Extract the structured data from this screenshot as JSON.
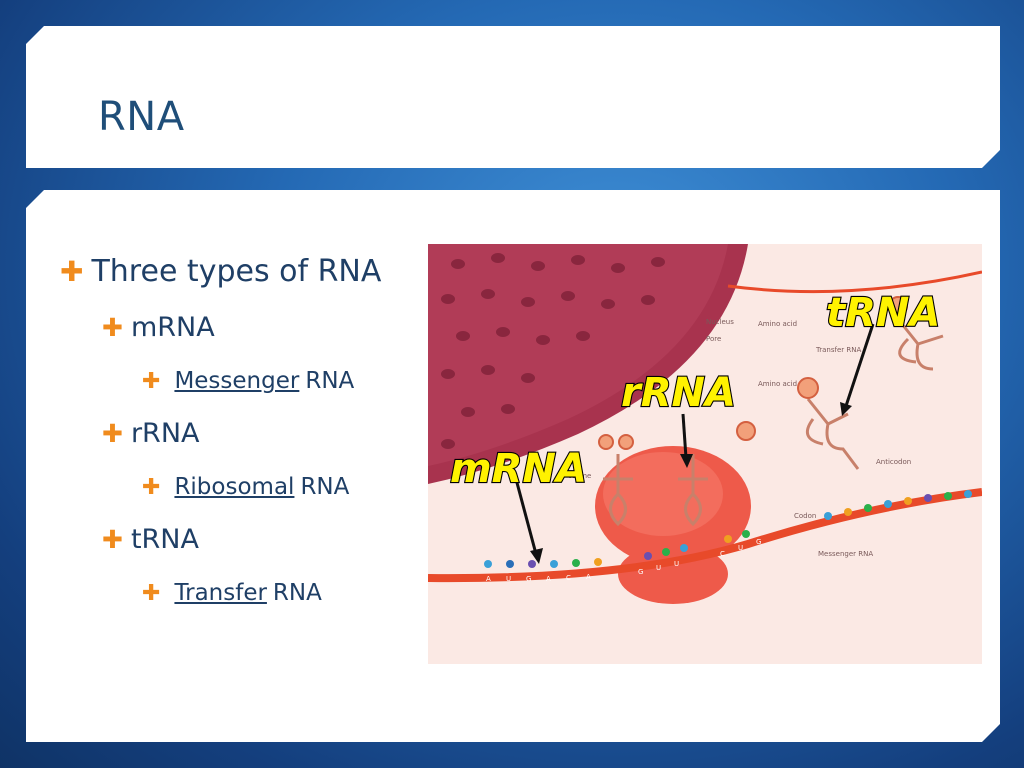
{
  "slide": {
    "title": "RNA",
    "bullets": {
      "main": "Three types of RNA",
      "items": [
        {
          "name": "mRNA",
          "sub_underlined": "Messenger",
          "sub_rest": "RNA"
        },
        {
          "name": "rRNA",
          "sub_underlined": "Ribosomal",
          "sub_rest": "RNA"
        },
        {
          "name": "tRNA",
          "sub_underlined": "Transfer",
          "sub_rest": "RNA"
        }
      ]
    }
  },
  "figure": {
    "callouts": {
      "trna": "tRNA",
      "rrna": "rRNA",
      "mrna": "mRNA"
    },
    "labels": {
      "nucleus": "Nucleus",
      "pore": "Pore",
      "amino_acid_1": "Amino acid",
      "transfer_rna": "Transfer RNA",
      "amino_acid_2": "Amino acid",
      "ribosome": "osome",
      "codon": "Codon",
      "anticodon": "Anticodon",
      "messenger_rna": "Messenger RNA"
    },
    "codons": [
      "A",
      "U",
      "G",
      "A",
      "C",
      "A",
      "G",
      "U",
      "U",
      "C",
      "U",
      "G"
    ],
    "colors": {
      "nucleus": "#a8334e",
      "ribosome": "#ee5a4a",
      "mrna_strand": "#e84a2a",
      "callout_fill": "#fff200",
      "bullet_plus": "#f08b1d"
    }
  }
}
